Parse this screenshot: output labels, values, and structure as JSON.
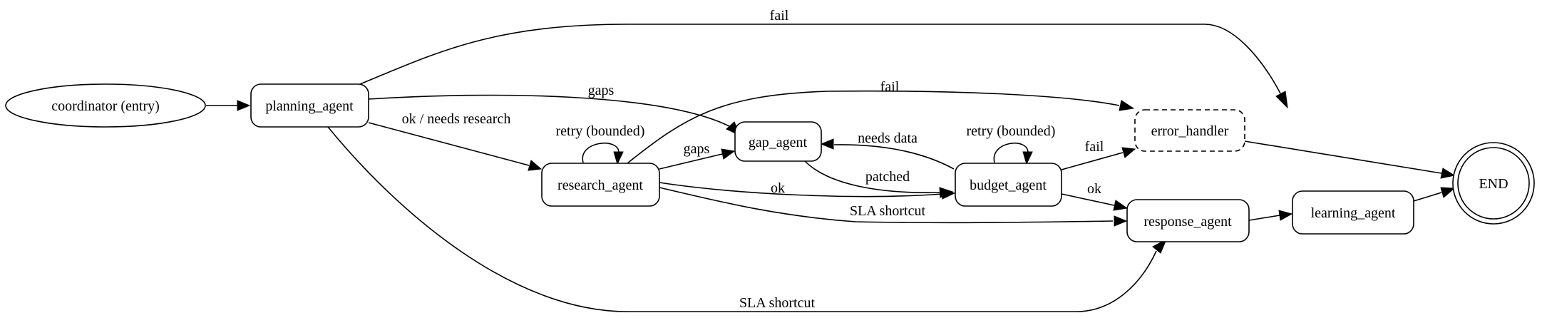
{
  "diagram": {
    "nodes": {
      "coordinator": "coordinator (entry)",
      "planning": "planning_agent",
      "research": "research_agent",
      "gap": "gap_agent",
      "budget": "budget_agent",
      "error": "error_handler",
      "response": "response_agent",
      "learning": "learning_agent",
      "end": "END"
    },
    "edges": {
      "planning_error": "fail",
      "planning_gap": "gaps",
      "planning_research": "ok / needs research",
      "planning_response": "SLA shortcut",
      "research_self": "retry (bounded)",
      "research_error": "fail",
      "research_gap": "gaps",
      "research_budget": "ok",
      "research_response": "SLA shortcut",
      "gap_budget": "patched",
      "budget_gap": "needs data",
      "budget_self": "retry (bounded)",
      "budget_error": "fail",
      "budget_response": "ok"
    }
  }
}
